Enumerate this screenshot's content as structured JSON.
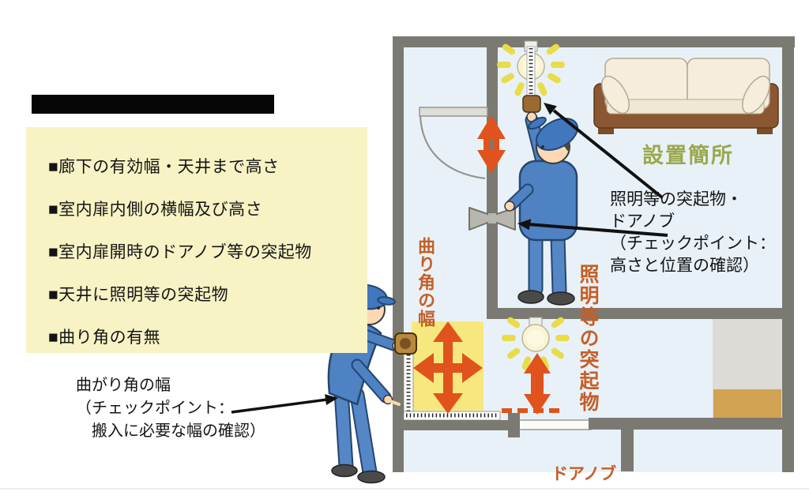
{
  "checklist": {
    "items": [
      "■廊下の有効幅・天井まで高さ",
      "■室内扉内側の横幅及び高さ",
      "■室内扉開時のドアノブ等の突起物",
      "■天井に照明等の突起物",
      "■曲り角の有無"
    ]
  },
  "labels": {
    "installation_location": "設置簡所",
    "corner_width_vertical": "曲り角の幅",
    "ceiling_protrusion_vertical": "照明等の突起物",
    "doorknob": "ドアノブ",
    "protrusion_note": "照明等の突起物・\nドアノブ\n（チェックポイント：\n高さと位置の確認）",
    "corner_note": "曲がり角の幅\n（チェックポイント：\n　搬入に必要な幅の確認）"
  },
  "colors": {
    "wall": "#7b7a72",
    "room_fill": "#e9f1f8",
    "checklist_bg": "#f7f3c4",
    "highlight_yellow": "#f6e87e",
    "arrow_orange": "#e0531c",
    "label_orange": "#c45f27",
    "label_green": "#9aa84e",
    "uniform_blue": "#4e82c3",
    "sofa_brown": "#8a5732",
    "box_tan": "#d2a352",
    "entry_gray": "#dcdbd5"
  }
}
